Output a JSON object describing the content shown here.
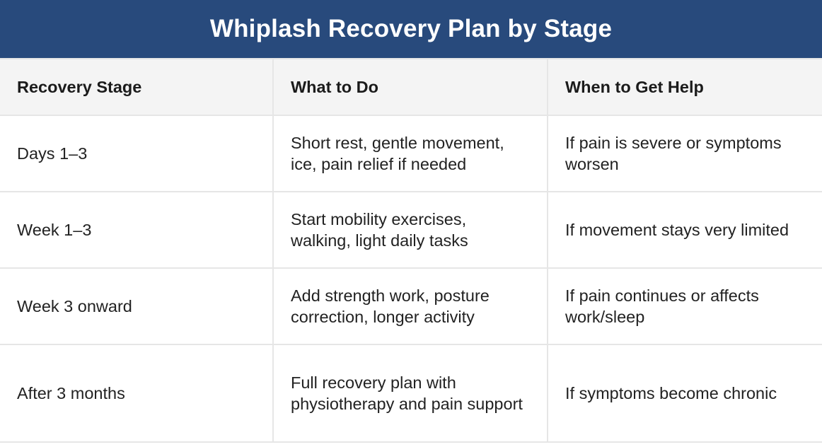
{
  "title": "Whiplash Recovery Plan by Stage",
  "table": {
    "headers": [
      "Recovery Stage",
      "What to Do",
      "When to Get Help"
    ],
    "rows": [
      [
        "Days 1–3",
        "Short rest, gentle movement, ice, pain relief if needed",
        "If pain is severe or symptoms worsen"
      ],
      [
        "Week 1–3",
        "Start mobility exercises, walking, light daily tasks",
        "If movement stays very limited"
      ],
      [
        "Week 3 onward",
        "Add strength work, posture correction, longer activity",
        "If pain continues or affects work/sleep"
      ],
      [
        "After 3 months",
        "Full recovery plan with physiotherapy and pain support",
        "If symptoms become chronic"
      ]
    ]
  },
  "colors": {
    "title_background": "#284a7c",
    "title_text": "#ffffff",
    "header_background": "#f4f4f4",
    "border": "#e6e6e6"
  }
}
